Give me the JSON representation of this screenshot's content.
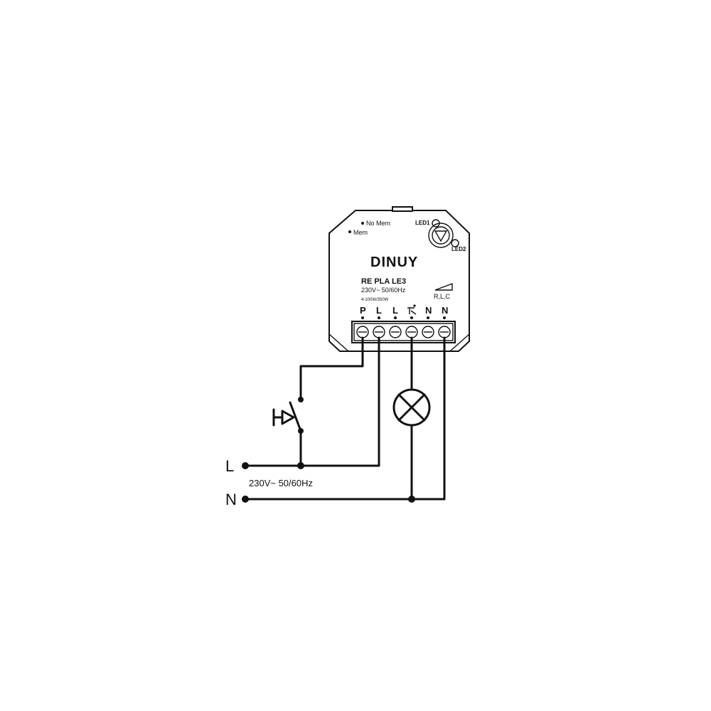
{
  "device": {
    "brand": "DINUY",
    "model": "RE PLA LE3",
    "voltage": "230V~ 50/60Hz",
    "power": "4-100W/350W",
    "load_types": "R,L,C",
    "mode_no_mem": "No Mem",
    "mode_mem": "Mem",
    "led1": "LED1",
    "led2": "LED2",
    "terminals": [
      "P",
      "L",
      "L",
      "",
      "N",
      "N"
    ]
  },
  "supply": {
    "line_label": "L",
    "neutral_label": "N",
    "voltage_label": "230V~ 50/60Hz"
  },
  "icons": {
    "dimmer": "dimmer-arrow-icon",
    "load_symbol": "lamp-icon",
    "pushbutton": "pushbutton-icon",
    "ramp": "dimming-ramp-icon"
  },
  "colors": {
    "line": "#111111",
    "background": "#ffffff"
  }
}
